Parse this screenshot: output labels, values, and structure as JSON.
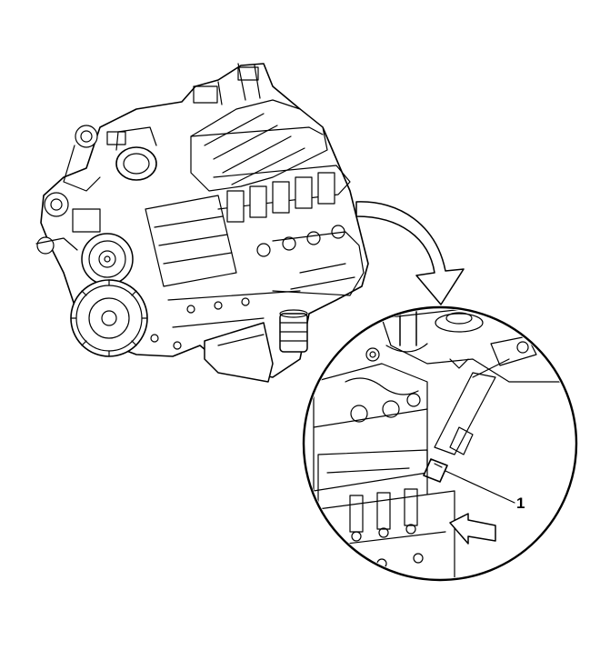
{
  "diagram": {
    "callouts": [
      {
        "label": "1"
      }
    ],
    "colors": {
      "ink": "#000000",
      "paper": "#ffffff"
    },
    "views": [
      "engine-assembly-overview",
      "detail-magnified-circle"
    ],
    "arrows": [
      "curved-zoom-arrow",
      "direction-arrow"
    ]
  }
}
